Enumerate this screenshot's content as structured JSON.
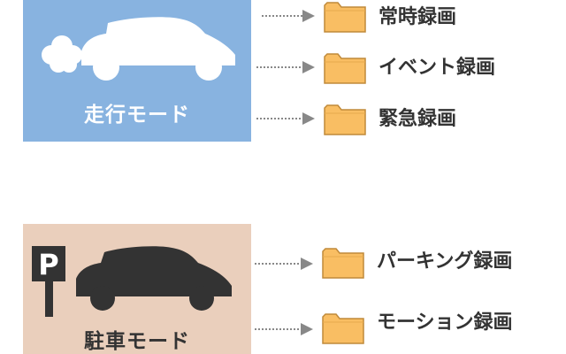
{
  "modes": [
    {
      "label": "走行モード",
      "recordings": [
        "常時録画",
        "イベント録画",
        "緊急録画"
      ]
    },
    {
      "label": "駐車モード",
      "recordings": [
        "パーキング録画",
        "モーション録画"
      ]
    }
  ],
  "parking_sign": "P",
  "colors": {
    "driving_panel": "#88b3e0",
    "parking_panel": "#eacfbc",
    "folder_fill": "#f9be63",
    "arrow": "#888888",
    "car_dark": "#333333",
    "car_light": "#ffffff"
  }
}
